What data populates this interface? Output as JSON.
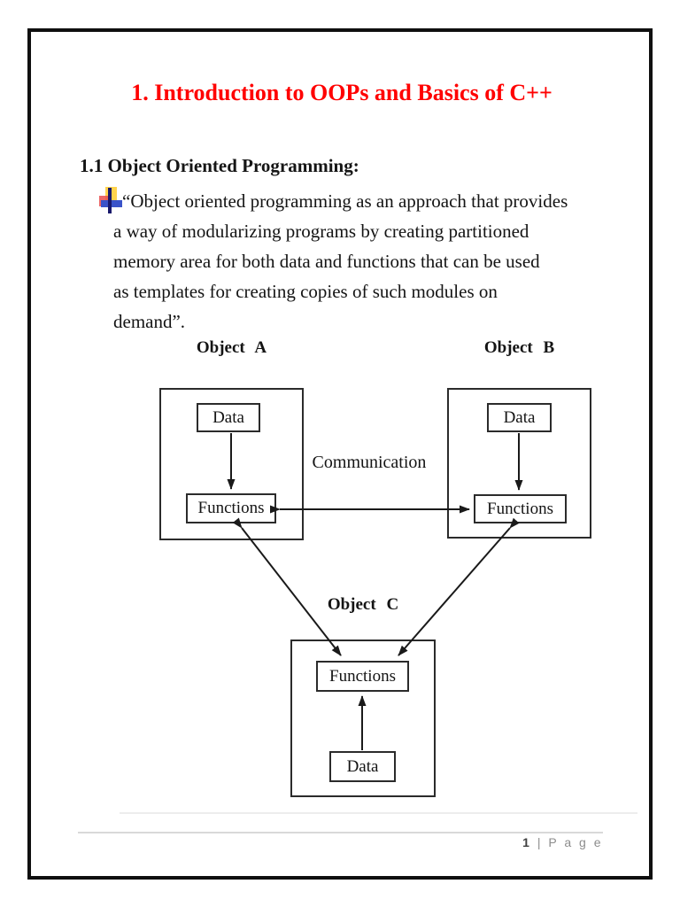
{
  "doc": {
    "title": "1. Introduction to OOPs and Basics of C++",
    "section_heading": "1.1 Object Oriented Programming:",
    "quote_lines": [
      "“Object oriented programming as an approach that provides",
      "a way of modularizing programs by creating partitioned",
      "memory area for both data and functions that can be used",
      "as templates for creating copies of such modules on",
      "demand”."
    ]
  },
  "diagram": {
    "object_a": {
      "title": "Object A",
      "top_box": "Data",
      "bottom_box": "Functions"
    },
    "object_b": {
      "title": "Object B",
      "top_box": "Data",
      "bottom_box": "Functions"
    },
    "object_c": {
      "title": "Object C",
      "top_box": "Functions",
      "bottom_box": "Data"
    },
    "communication_label": "Communication"
  },
  "footer": {
    "page_number": "1",
    "separator": " | ",
    "page_word": "P a g e"
  },
  "colors": {
    "title_red": "#ff0000",
    "page_border": "#0f0f0f",
    "diagram_line": "#1a1a1a",
    "footer_gray": "#8c8c8c",
    "bullet_yellow": "#ffd34d",
    "bullet_red": "#e84c4c",
    "bullet_blue": "#3a53c9",
    "bullet_dark": "#18186b"
  }
}
